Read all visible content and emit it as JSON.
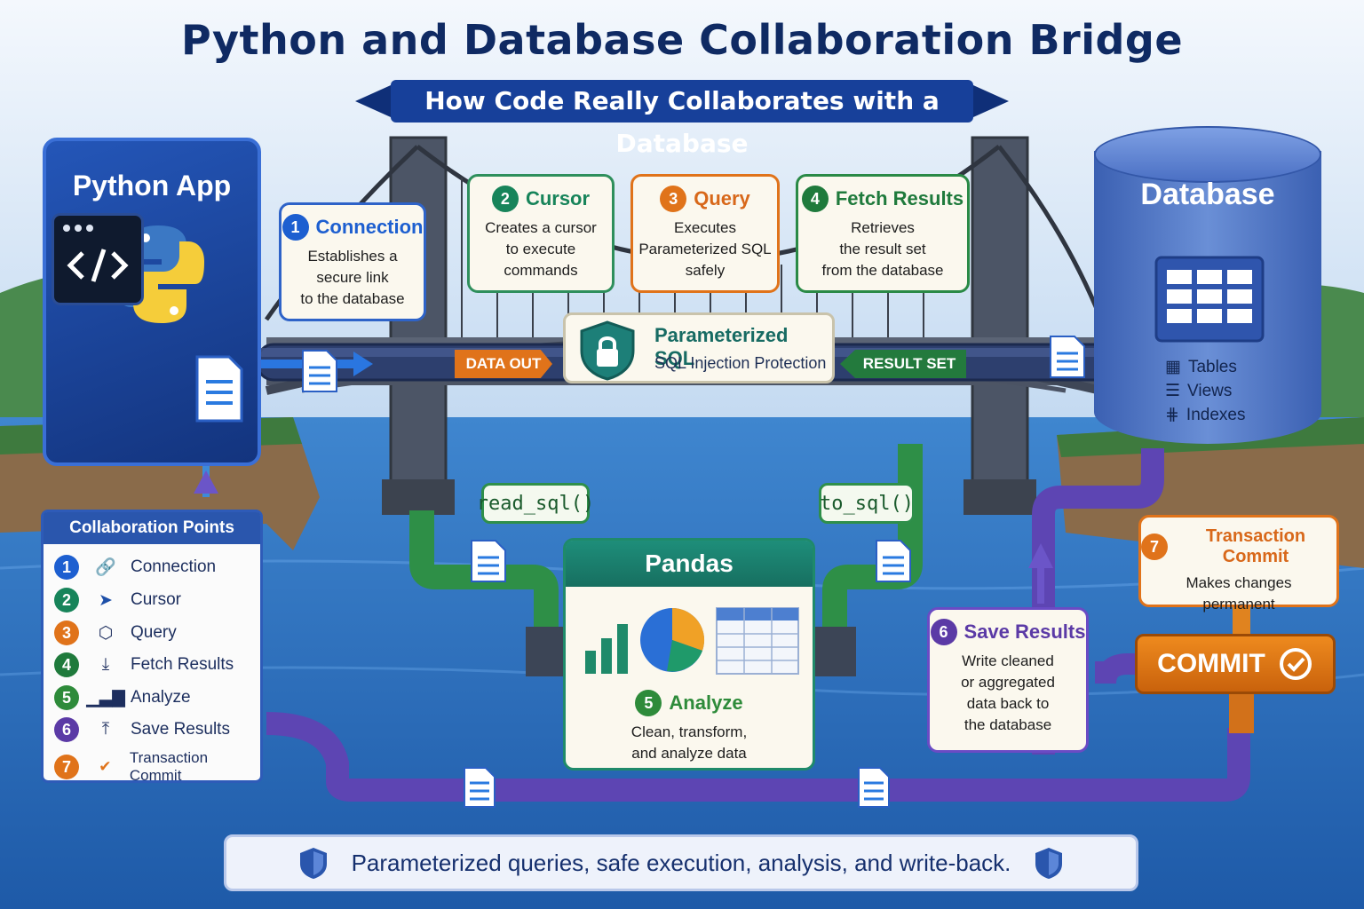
{
  "title": "Python and Database Collaboration Bridge",
  "subtitle": "How Code Really Collaborates with a Database",
  "python_app": {
    "title": "Python App"
  },
  "database": {
    "title": "Database",
    "items": [
      "Tables",
      "Views",
      "Indexes"
    ]
  },
  "steps": [
    {
      "num": "1",
      "title": "Connection",
      "desc": [
        "Establishes a",
        "secure link",
        "to the database"
      ],
      "color": "#1d5fd0"
    },
    {
      "num": "2",
      "title": "Cursor",
      "desc": [
        "Creates a cursor",
        "to execute",
        "commands"
      ],
      "color": "#17845a"
    },
    {
      "num": "3",
      "title": "Query",
      "desc": [
        "Executes",
        "Parameterized SQL",
        "safely"
      ],
      "color": "#e0731a"
    },
    {
      "num": "4",
      "title": "Fetch Results",
      "desc": [
        "Retrieves",
        "the result set",
        "from the database"
      ],
      "color": "#1f7a3c"
    },
    {
      "num": "5",
      "title": "Analyze",
      "desc": [
        "Clean, transform,",
        "and analyze data"
      ],
      "color": "#2e8b3a"
    },
    {
      "num": "6",
      "title": "Save Results",
      "desc": [
        "Write cleaned",
        "or aggregated",
        "data back to",
        "the database"
      ],
      "color": "#5b3aa6"
    },
    {
      "num": "7",
      "title": "Transaction Commit",
      "desc": [
        "Makes changes",
        "permanent"
      ],
      "color": "#e0731a"
    }
  ],
  "parameterized": {
    "title": "Parameterized SQL",
    "subtitle": "SQL Injection Protection"
  },
  "pipe_labels": {
    "data_out": "DATA OUT",
    "result_set": "RESULT SET"
  },
  "functions": {
    "read": "read_sql()",
    "write": "to_sql()"
  },
  "pandas": {
    "title": "Pandas"
  },
  "commit_label": "COMMIT",
  "collab_panel": {
    "title": "Collaboration Points",
    "items": [
      {
        "num": "1",
        "label": "Connection",
        "color": "#1d5fd0",
        "icon": "link-icon"
      },
      {
        "num": "2",
        "label": "Cursor",
        "color": "#17845a",
        "icon": "cursor-icon"
      },
      {
        "num": "3",
        "label": "Query",
        "color": "#e0731a",
        "icon": "cube-icon"
      },
      {
        "num": "4",
        "label": "Fetch Results",
        "color": "#1f7a3c",
        "icon": "download-icon"
      },
      {
        "num": "5",
        "label": "Analyze",
        "color": "#2e8b3a",
        "icon": "bar-chart-icon"
      },
      {
        "num": "6",
        "label": "Save Results",
        "color": "#5b3aa6",
        "icon": "upload-icon"
      },
      {
        "num": "7",
        "label": "Transaction Commit",
        "color": "#e0731a",
        "icon": "check-circle-icon"
      }
    ]
  },
  "footer": "Parameterized queries, safe execution, analysis, and write-back.",
  "colors": {
    "navy": "#0f2a63",
    "blue": "#17409a",
    "green": "#2f8f4a",
    "orange": "#e0731a",
    "purple": "#6a4bc4"
  }
}
